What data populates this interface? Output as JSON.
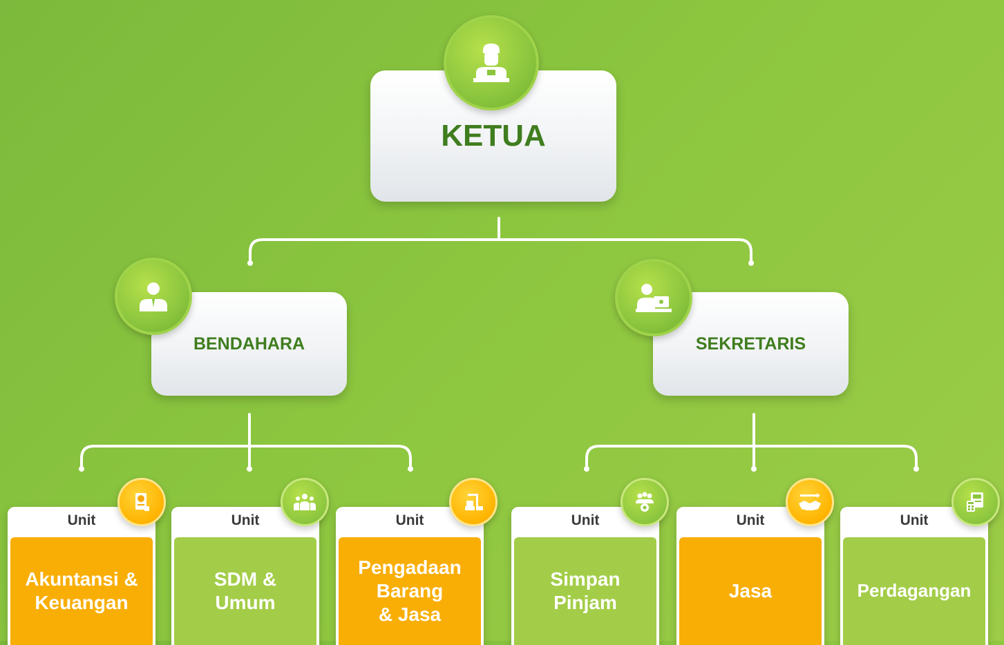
{
  "top": {
    "title": "KETUA",
    "icon": "manager-at-desk-icon"
  },
  "second_level": [
    {
      "id": "bendahara",
      "title": "BENDAHARA",
      "icon": "businessman-icon"
    },
    {
      "id": "sekretaris",
      "title": "SEKRETARIS",
      "icon": "secretary-laptop-icon"
    }
  ],
  "units": [
    {
      "label": "Unit",
      "name_lines": [
        "Akuntansi &",
        "Keuangan"
      ],
      "style": "orange",
      "icon": "financial-document-icon",
      "icon_style": "orange"
    },
    {
      "label": "Unit",
      "name_lines": [
        "SDM &",
        "Umum"
      ],
      "style": "green",
      "icon": "team-people-icon",
      "icon_style": "green"
    },
    {
      "label": "Unit",
      "name_lines": [
        "Pengadaan",
        "Barang",
        "& Jasa"
      ],
      "style": "orange",
      "icon": "procurement-crane-icon",
      "icon_style": "orange"
    },
    {
      "label": "Unit",
      "name_lines": [
        "Simpan",
        "Pinjam"
      ],
      "style": "green",
      "icon": "group-gear-icon",
      "icon_style": "green"
    },
    {
      "label": "Unit",
      "name_lines": [
        "Jasa"
      ],
      "style": "orange",
      "icon": "handshake-icon",
      "icon_style": "orange"
    },
    {
      "label": "Unit",
      "name_lines": [
        "Perdagangan"
      ],
      "style": "green",
      "icon": "trade-calculator-icon",
      "icon_style": "green"
    }
  ],
  "colors": {
    "background": "#8cc63f",
    "title_green": "#3f7d1e",
    "unit_orange": "#f9ae06",
    "unit_green": "#a3cd48",
    "connector": "#ffffff"
  }
}
